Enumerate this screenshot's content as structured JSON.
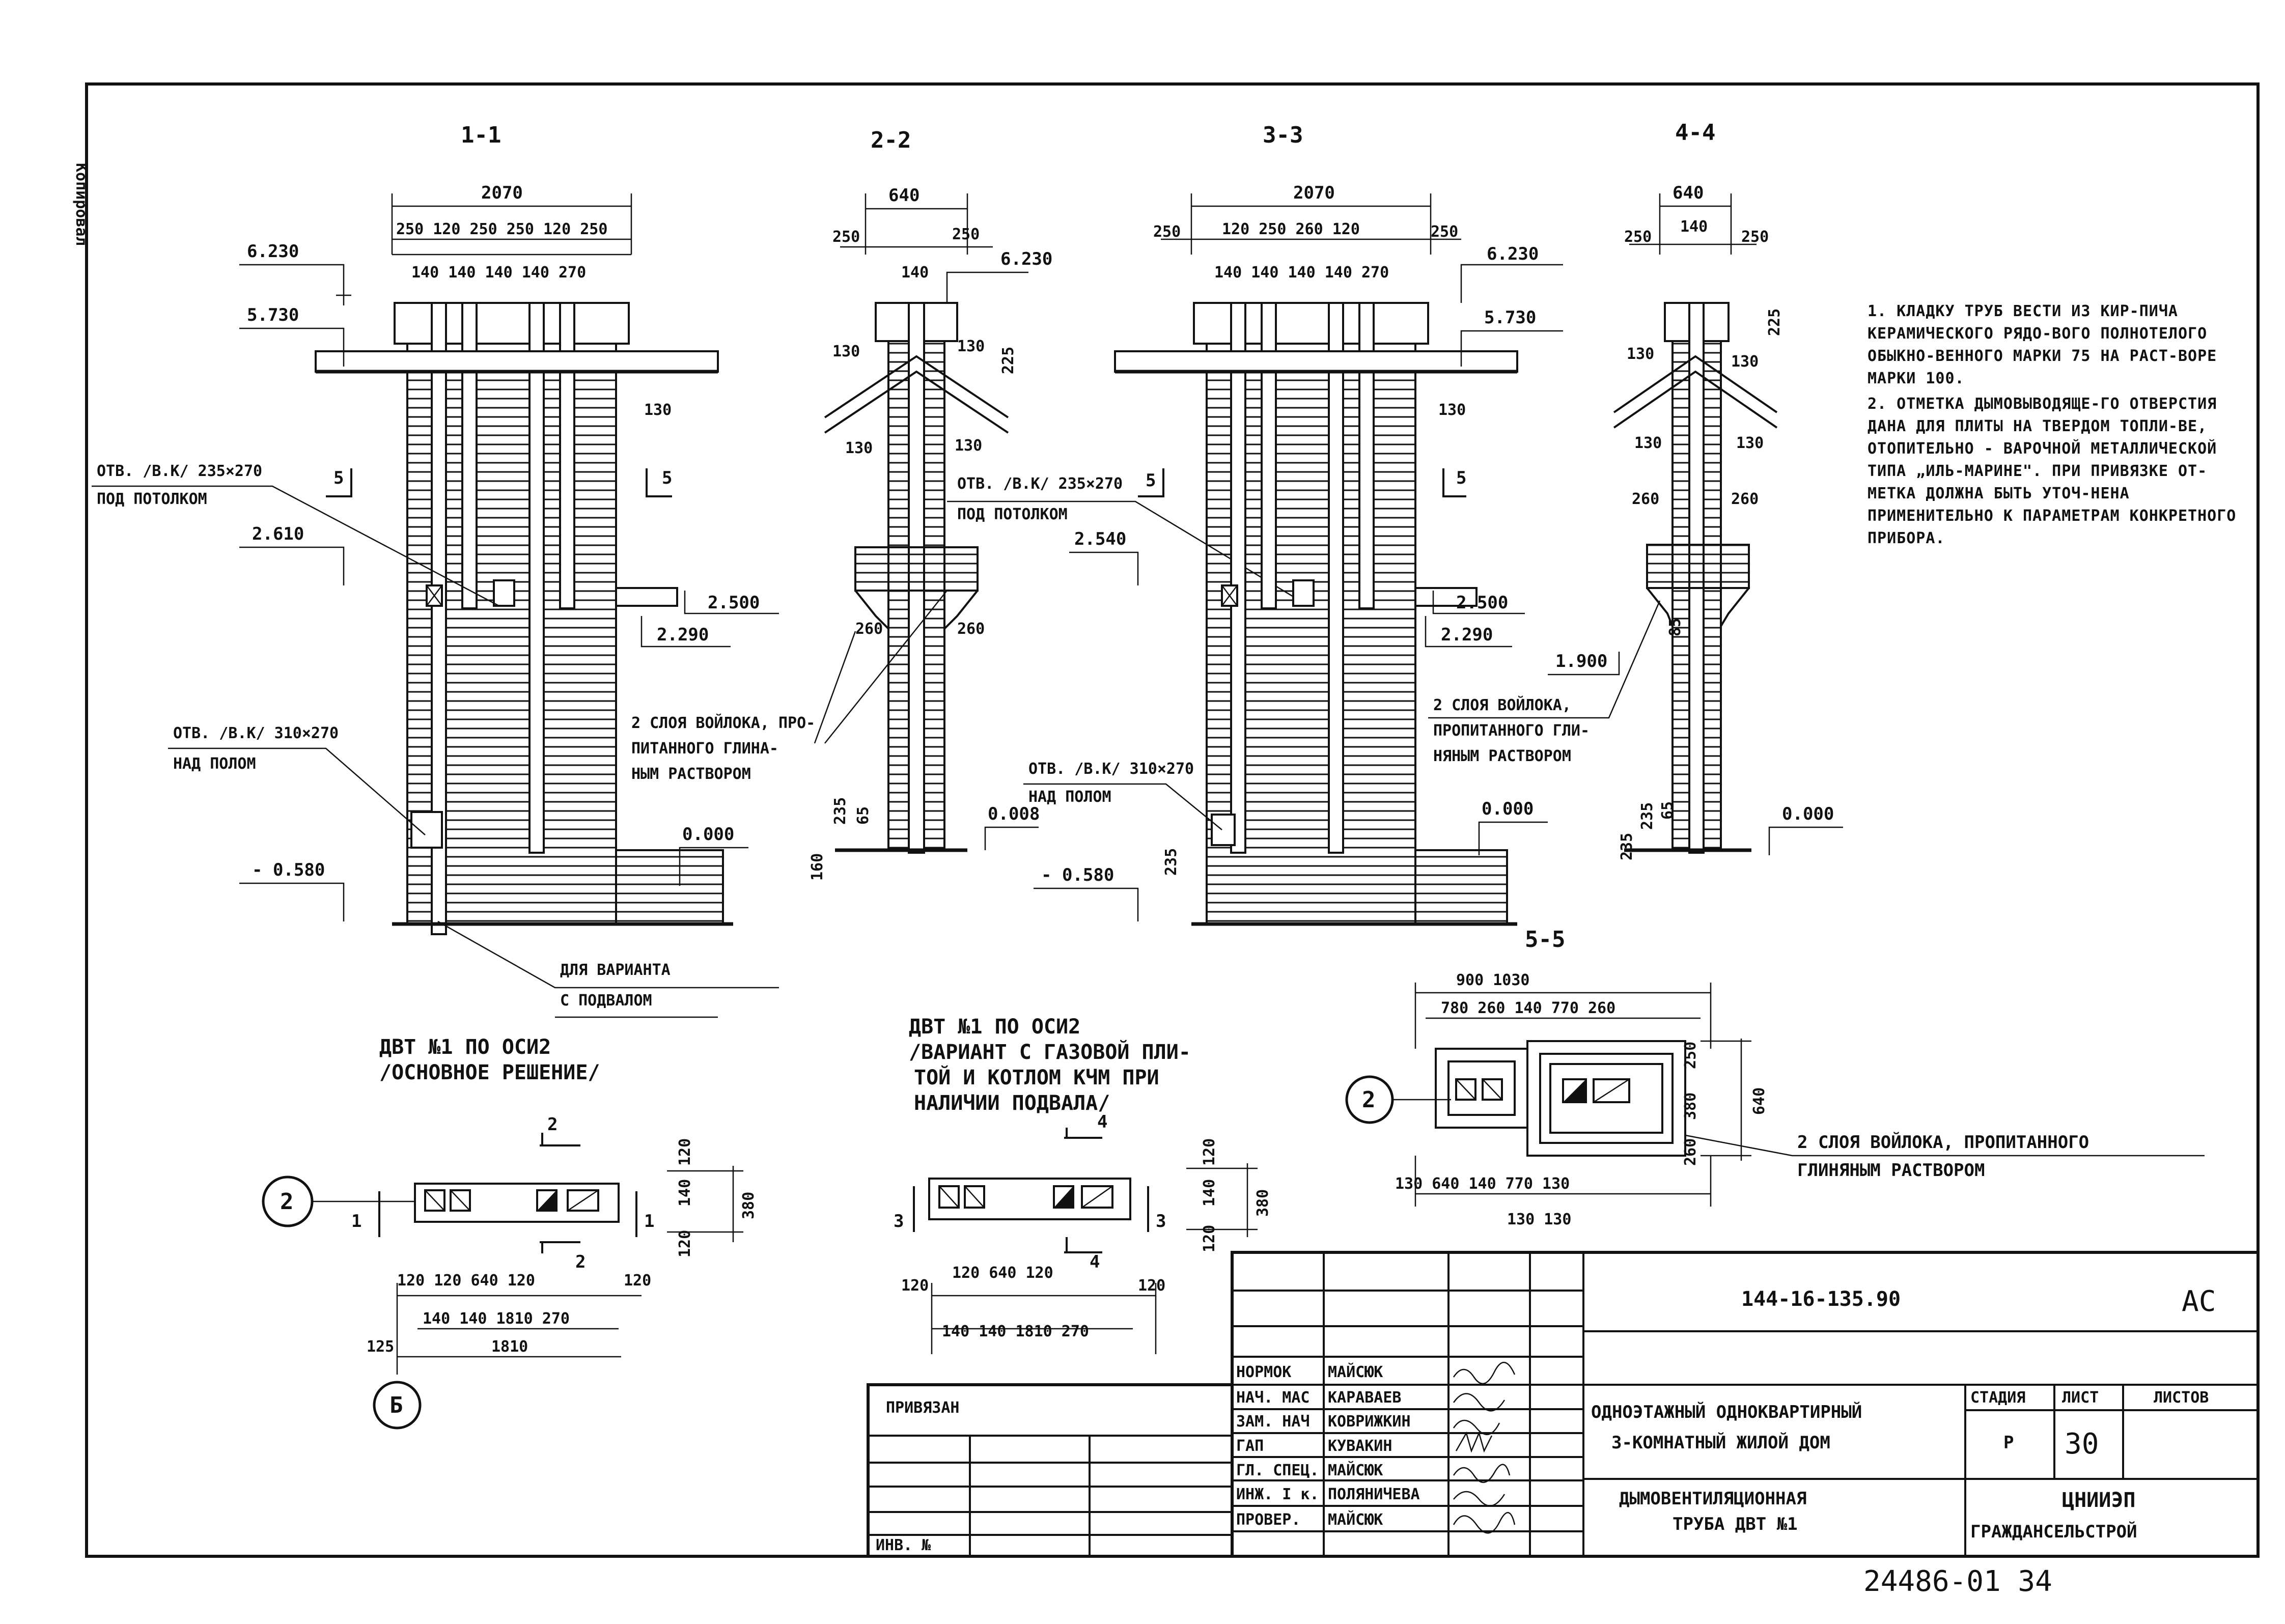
{
  "side_label": "Копировал",
  "sections": {
    "s11": "1-1",
    "s22": "2-2",
    "s33": "3-3",
    "s44": "4-4",
    "s55": "5-5"
  },
  "dims": {
    "d2070": "2070",
    "d640": "640",
    "row1_left": "250 120 250 250 120 250",
    "row2_left": "140 140 140 140 270",
    "row1_33": "120 250 260 120",
    "row2_33": "140 140 140 140 270",
    "d250": "250",
    "d140": "140",
    "d130": "130",
    "d225": "225",
    "d260": "260",
    "d235": "235",
    "d65": "65",
    "d160": "160",
    "d85": "85",
    "d120": "120",
    "d380": "380",
    "d125": "125",
    "d1810": "1810",
    "plan_row1": "120 120 640 120",
    "plan_row2": "140 140 1810 270",
    "plan_row1_b": "120 640 120",
    "s55_top": "900 1030",
    "s55_row2": "780 260 140 770 260",
    "s55_bottom": "130  640    140  770   130",
    "s55_bottom2": "130  130",
    "s55_right": "250 380 640 260"
  },
  "levels": {
    "l6230": "6.230",
    "l5730": "5.730",
    "l2610": "2.610",
    "l2500": "2.500",
    "l2290": "2.290",
    "l2540": "2.540",
    "l0000": "0.000",
    "lm0580": "- 0.580",
    "l1900": "1.900",
    "l0008": "0.008"
  },
  "labels": {
    "opening_ceiling_1": "ОТВ. /В.К/ 235×270",
    "opening_ceiling_2": "ПОД ПОТОЛКОМ",
    "opening_floor_1": "ОТВ. /В.К/ 310×270",
    "opening_floor_2": "НАД ПОЛОМ",
    "felt_1": "2 СЛОЯ ВОЙЛОКА, ПРО-",
    "felt_2": "ПИТАННОГО ГЛИНА-",
    "felt_3": "НЫМ РАСТВОРОМ",
    "felt_b1": "2 СЛОЯ ВОЙЛОКА,",
    "felt_b2": "ПРОПИТАННОГО ГЛИ-",
    "felt_b3": "НЯНЫМ РАСТВОРОМ",
    "basement_1": "ДЛЯ ВАРИАНТА",
    "basement_2": "С ПОДВАЛОМ",
    "felt_55_1": "2 СЛОЯ ВОЙЛОКА, ПРОПИТАННОГО",
    "felt_55_2": "ГЛИНЯНЫМ          РАСТВОРОМ"
  },
  "captions": {
    "left_1": "ДВТ №1  ПО ОСИ2",
    "left_2": "/ОСНОВНОЕ  РЕШЕНИЕ/",
    "mid_1": "ДВТ №1  ПО ОСИ2",
    "mid_2": "/ВАРИАНТ С ГАЗОВОЙ ПЛИ-",
    "mid_3": "ТОЙ И КОТЛОМ КЧМ ПРИ",
    "mid_4": "НАЛИЧИИ   ПОДВАЛА/"
  },
  "axes": {
    "axis2": "2",
    "axisB": "Б"
  },
  "marks": {
    "m1": "1",
    "m2": "2",
    "m3": "3",
    "m4": "4",
    "m5": "5"
  },
  "notes": [
    "1. КЛАДКУ ТРУБ ВЕСТИ ИЗ КИР-ПИЧА КЕРАМИЧЕСКОГО РЯДО-ВОГО ПОЛНОТЕЛОГО ОБЫКНО-ВЕННОГО МАРКИ 75 НА РАСТ-ВОРЕ МАРКИ 100.",
    "2. ОТМЕТКА ДЫМОВЫВОДЯЩЕ-ГО ОТВЕРСТИЯ ДАНА ДЛЯ ПЛИТЫ НА ТВЕРДОМ ТОПЛИ-ВЕ, ОТОПИТЕЛЬНО - ВАРОЧНОЙ МЕТАЛЛИЧЕСКОЙ ТИПА „ИЛЬ-МАРИНЕ\". ПРИ ПРИВЯЗКЕ ОТ-МЕТКА ДОЛЖНА БЫТЬ УТОЧ-НЕНА ПРИМЕНИТЕЛЬНО К ПАРАМЕТРАМ КОНКРЕТНОГО ПРИБОРА."
  ],
  "title_block": {
    "code": "144-16-135.90",
    "stage_code": "АС",
    "attached": "ПРИВЯЗАН",
    "inv": "ИНВ. №",
    "roles": [
      "НОРМОК",
      "НАЧ. МАС",
      "ЗАМ. НАЧ",
      "ГАП",
      "ГЛ. СПЕЦ.",
      "ИНЖ. I к.",
      "ПРОВЕР."
    ],
    "names": [
      "МАЙСЮК",
      "КАРАВАЕВ",
      "КОВРИЖКИН",
      "КУВАКИН",
      "МАЙСЮК",
      "ПОЛЯНИЧЕВА",
      "МАЙСЮК"
    ],
    "project_1": "ОДНОЭТАЖНЫЙ ОДНОКВАРТИРНЫЙ",
    "project_2": "3-КОМНАТНЫЙ ЖИЛОЙ ДОМ",
    "sheet_title_1": "ДЫМОВЕНТИЛЯЦИОННАЯ",
    "sheet_title_2": "ТРУБА ДВТ №1",
    "stage_label": "СТАДИЯ",
    "sheet_label": "ЛИСТ",
    "sheets_label": "ЛИСТОВ",
    "stage": "Р",
    "sheet": "30",
    "org_1": "ЦНИИЭП",
    "org_2": "ГРАЖДАНСЕЛЬСТРОЙ"
  },
  "archive_no": "24486-01  34"
}
